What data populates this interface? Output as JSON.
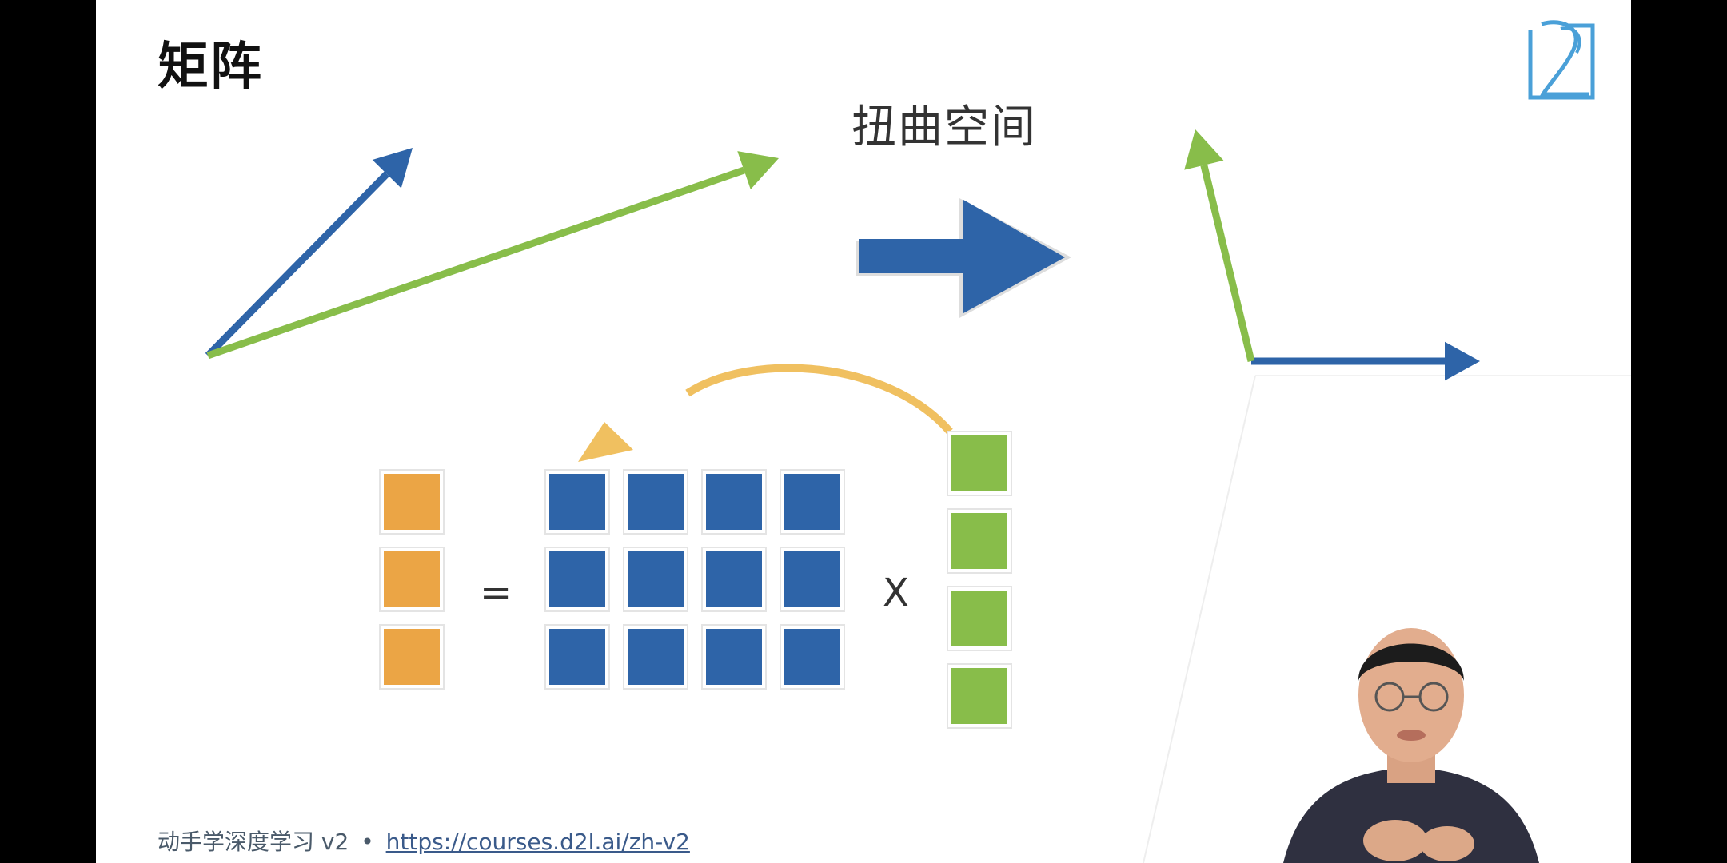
{
  "slide": {
    "title": "矩阵",
    "transform_label": "扭曲空间",
    "equals_symbol": "=",
    "times_symbol": "X"
  },
  "footer": {
    "course_name": "动手学深度学习 v2",
    "separator": "•",
    "link_text": "https://courses.d2l.ai/zh-v2"
  },
  "matrix_equation": {
    "output_vector_cells": 3,
    "matrix_rows": 3,
    "matrix_cols": 4,
    "input_vector_cells": 4
  },
  "colors": {
    "blue": "#2e64a8",
    "green": "#88bd4a",
    "orange": "#eba545",
    "curve": "#f0c060",
    "background": "#ffffff",
    "letterbox": "#000000"
  },
  "icons": {
    "logo": "d2l-logo-icon",
    "big_arrow": "right-arrow-icon"
  }
}
